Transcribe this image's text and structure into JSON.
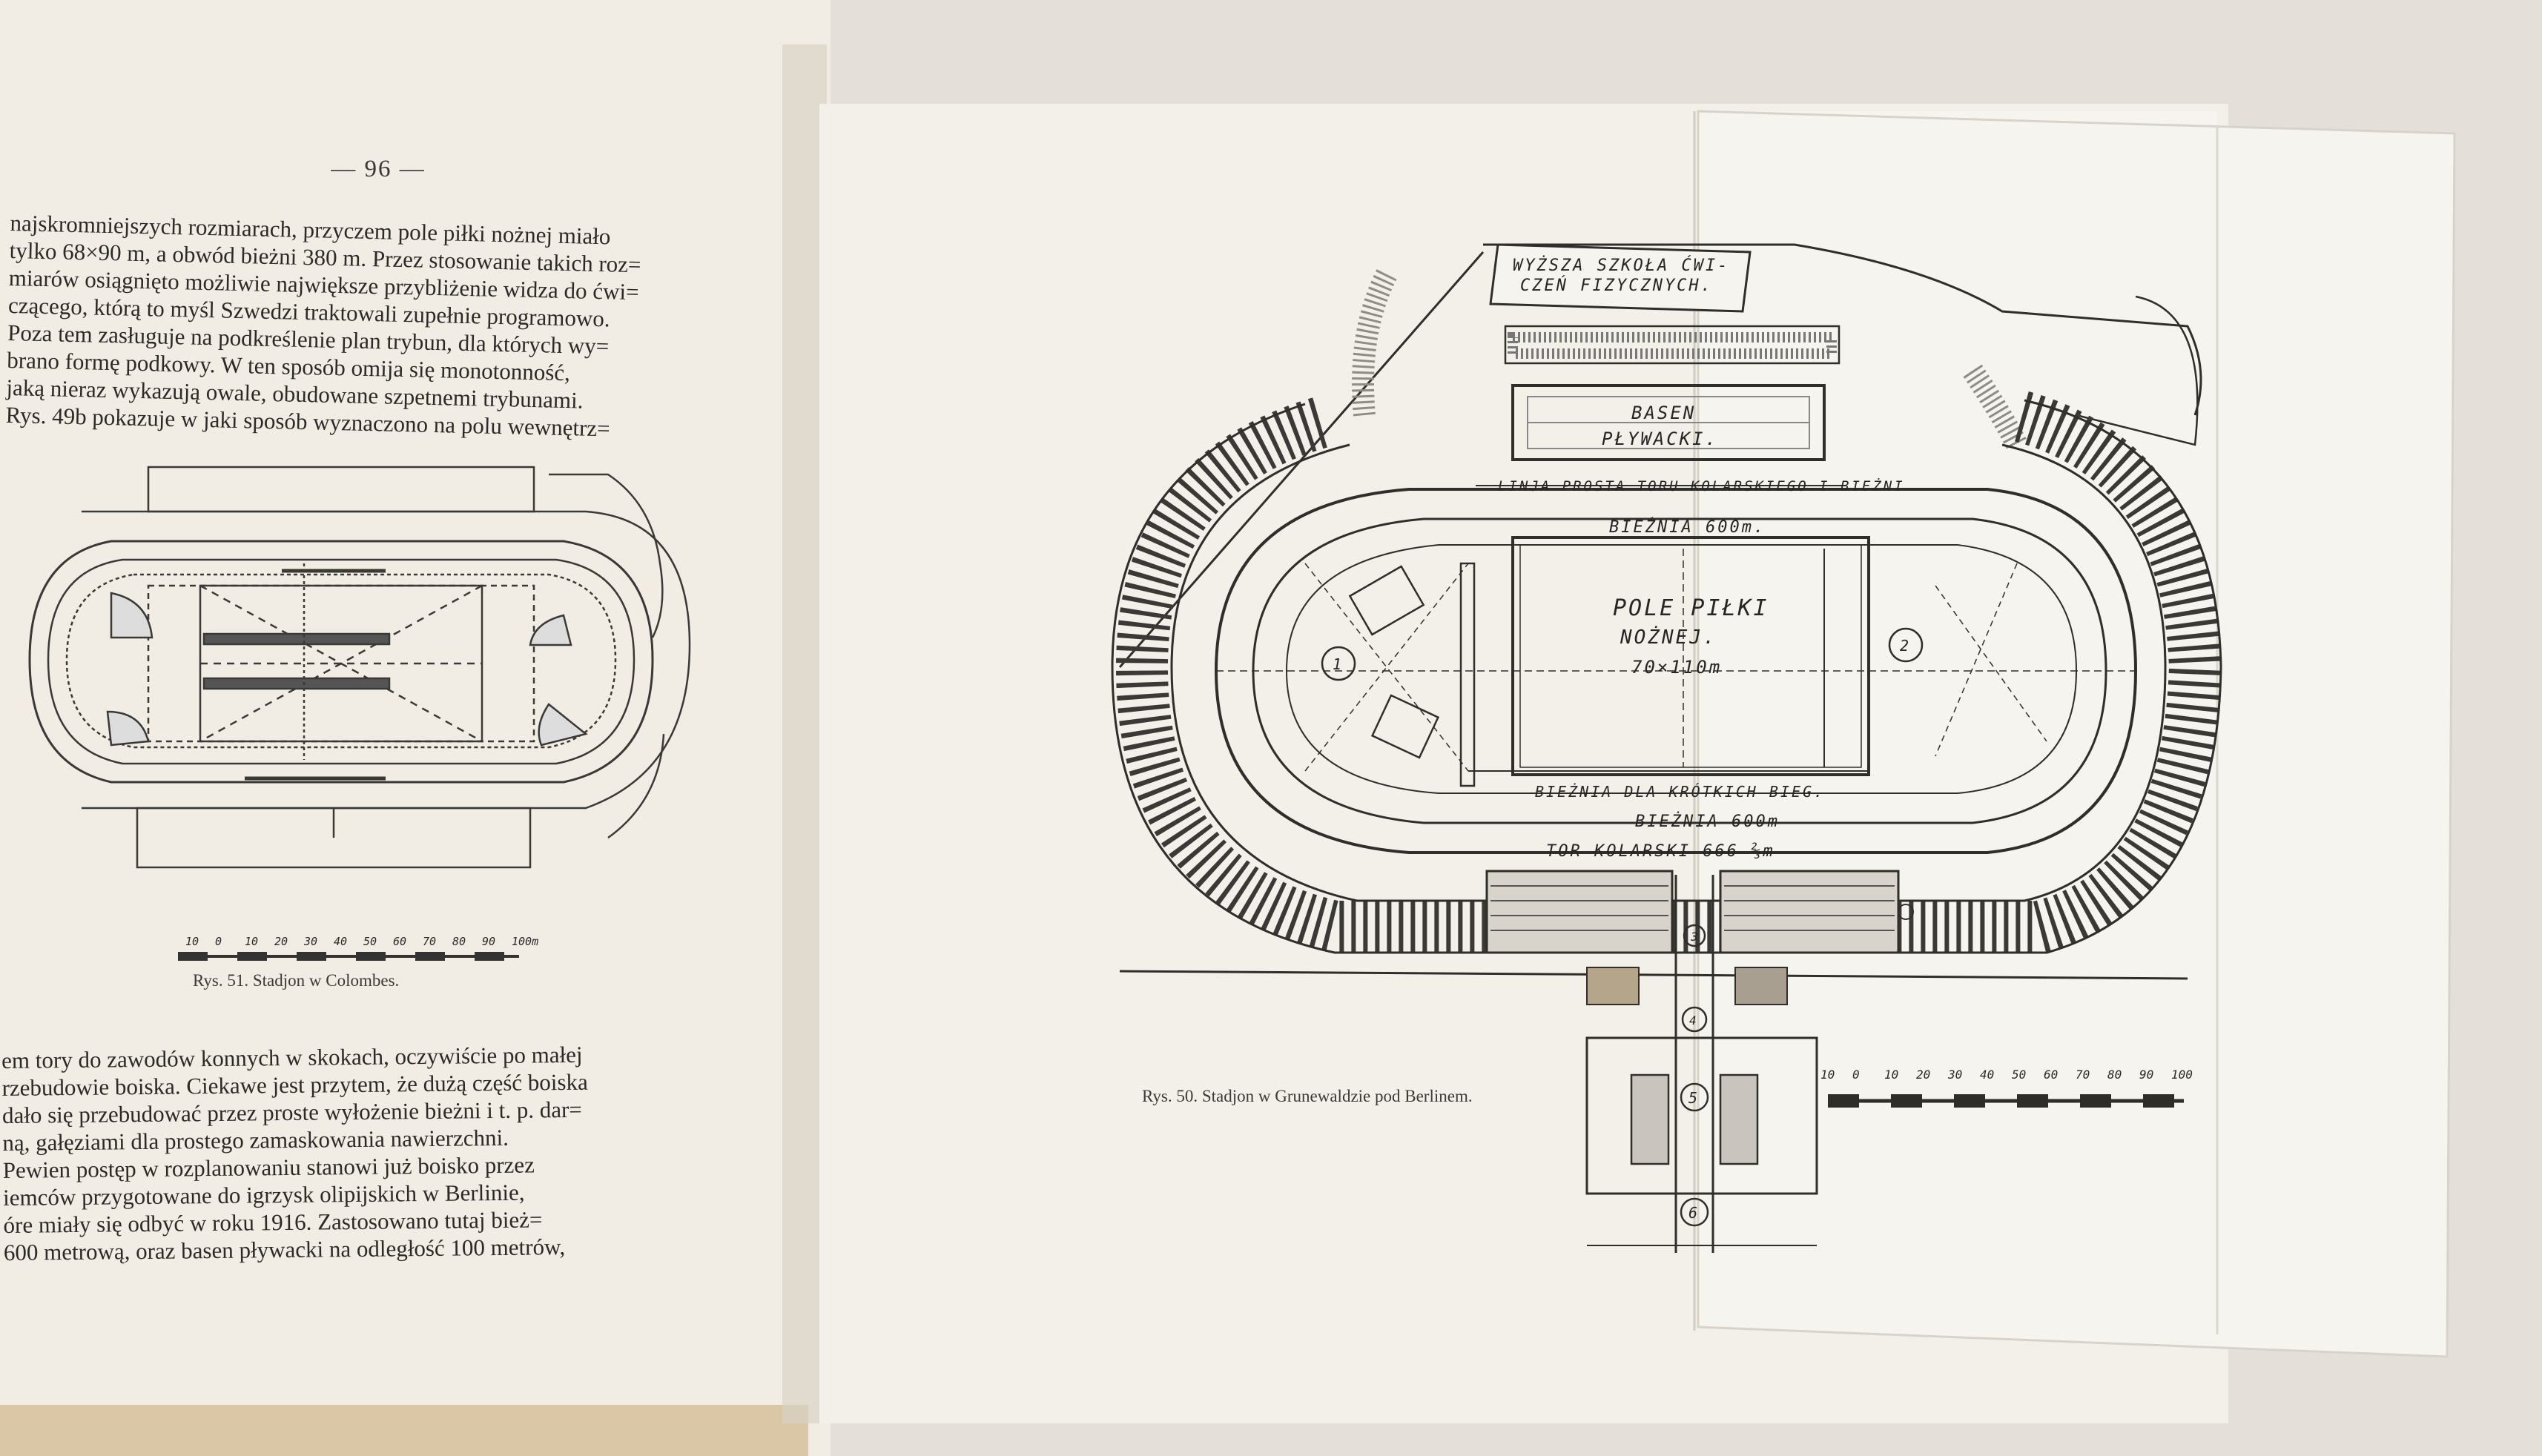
{
  "left_page": {
    "page_number": "— 96 —",
    "paragraph_top": [
      "najskromniejszych rozmiarach, przyczem pole piłki nożnej miało",
      "tylko 68×90 m, a obwód bieżni 380 m. Przez stosowanie takich roz=",
      "miarów osiągnięto możliwie największe przybliżenie widza do ćwi=",
      "czącego, którą to myśl Szwedzi traktowali zupełnie programowo.",
      "Poza tem zasługuje na podkreślenie plan trybun, dla których wy=",
      "brano formę podkowy. W ten sposób omija się monotonność,",
      "jaką nieraz wykazują owale, obudowane szpetnemi trybunami.",
      "Rys. 49b pokazuje w jaki sposób wyznaczono na polu wewnętrz="
    ],
    "figure_caption": "Rys. 51.   Stadjon w Colombes.",
    "scale_labels": [
      "10",
      "0",
      "10",
      "20",
      "30",
      "40",
      "50",
      "60",
      "70",
      "80",
      "90",
      "100m"
    ],
    "paragraph_bottom": [
      "em tory do zawodów konnych w skokach, oczywiście po małej",
      "rzebudowie boiska. Ciekawe jest przytem, że dużą część boiska",
      "dało się przebudować przez proste wyłożenie bieżni i t. p. dar=",
      "ną, gałęziami dla prostego zamaskowania nawierzchni.",
      "Pewien postęp w rozplanowaniu stanowi już boisko przez",
      "iemców przygotowane do igrzysk olipijskich w Berlinie,",
      "óre miały się odbyć w roku 1916. Zastosowano tutaj bież=",
      "600 metrową, oraz basen pływacki na odległość 100 metrów,"
    ]
  },
  "right_page": {
    "figure_caption": "Rys. 50.   Stadjon w Grunewaldzie pod Berlinem.",
    "plan_labels": {
      "school": [
        "WYŻSZA SZKOŁA ĆWI-",
        "CZEŃ FIZYCZNYCH."
      ],
      "pool": [
        "BASEN",
        "PŁYWACKI."
      ],
      "straight": "LINJA PROSTA TORU KOLARSKIEGO I BIEŻNI",
      "track_top": "BIEŻNIA 600m.",
      "field": [
        "POLE PIŁKI",
        "NOŻNEJ."
      ],
      "field_size": "70×110m",
      "sprint": "BIEŻNIA DLA KRÓTKICH BIEG.",
      "track_bottom": "BIEŻNIA 600m",
      "cycling": "TOR KOLARSKI 666 ⅔m",
      "markers": [
        "1",
        "2",
        "3",
        "4",
        "5",
        "6"
      ]
    },
    "scale_labels": [
      "10",
      "0",
      "10",
      "20",
      "30",
      "40",
      "50",
      "60",
      "70",
      "80",
      "90",
      "100"
    ]
  }
}
